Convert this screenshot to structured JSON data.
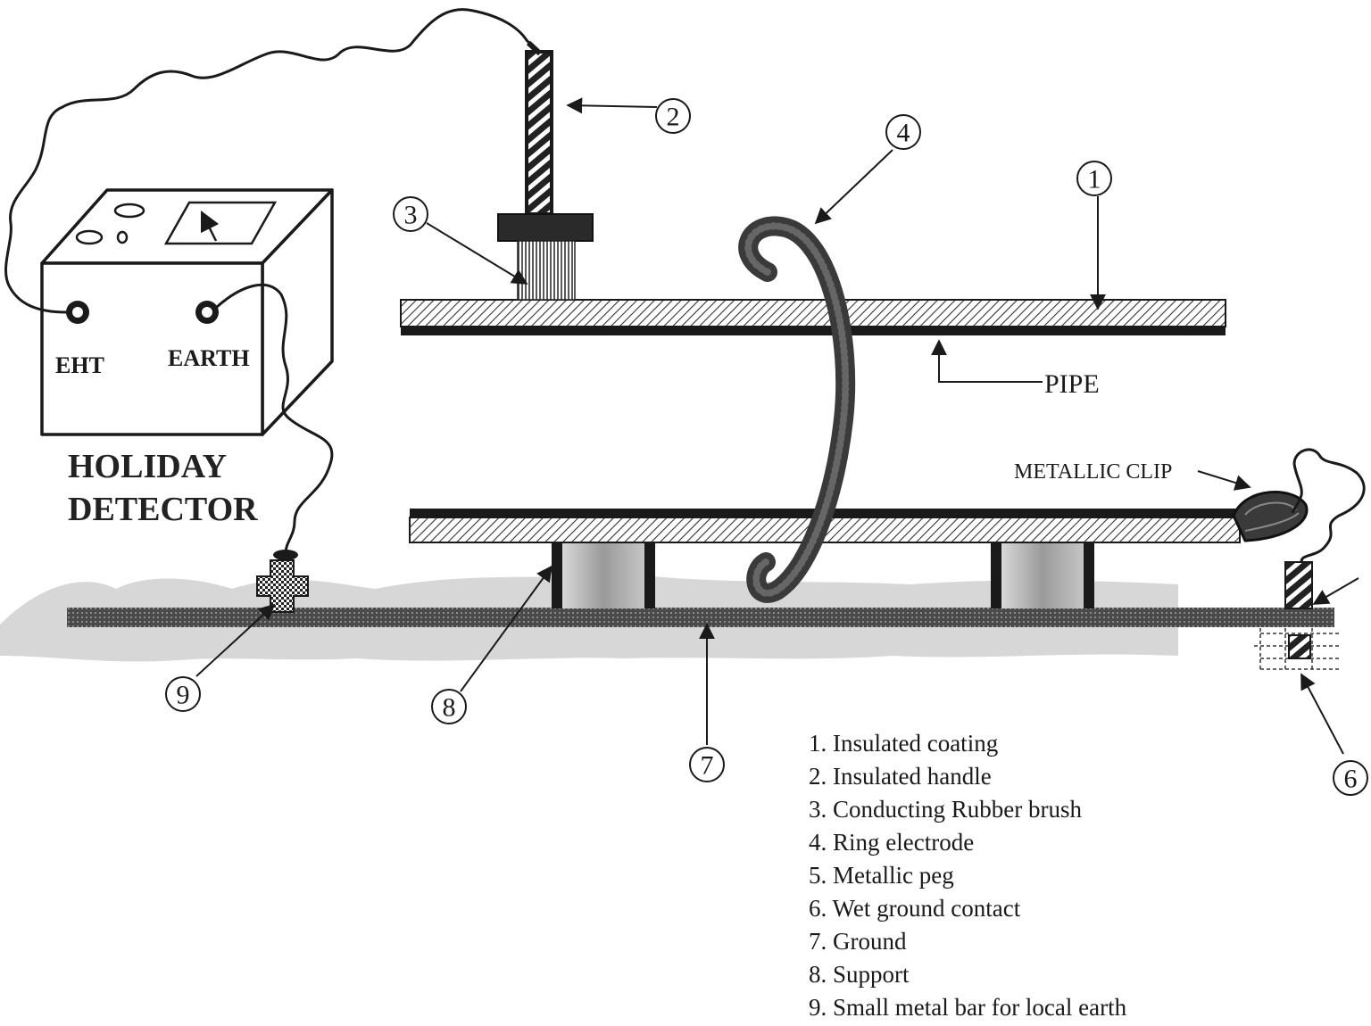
{
  "detector": {
    "title_line1": "HOLIDAY",
    "title_line2": "DETECTOR",
    "eht_label": "EHT",
    "earth_label": "EARTH"
  },
  "labels": {
    "pipe": "PIPE",
    "metallic_clip": "METALLIC CLIP"
  },
  "callouts": [
    "1",
    "2",
    "3",
    "4",
    "6",
    "7",
    "8",
    "9"
  ],
  "legend": [
    "1. Insulated coating",
    "2. Insulated handle",
    "3. Conducting Rubber brush",
    "4. Ring electrode",
    "5. Metallic peg",
    "6. Wet ground contact",
    "7. Ground",
    "8. Support",
    "9. Small metal bar for local earth"
  ],
  "colors": {
    "ink": "#1a1a1a",
    "ground_haze": "#bdbdbd",
    "paper": "#ffffff"
  }
}
